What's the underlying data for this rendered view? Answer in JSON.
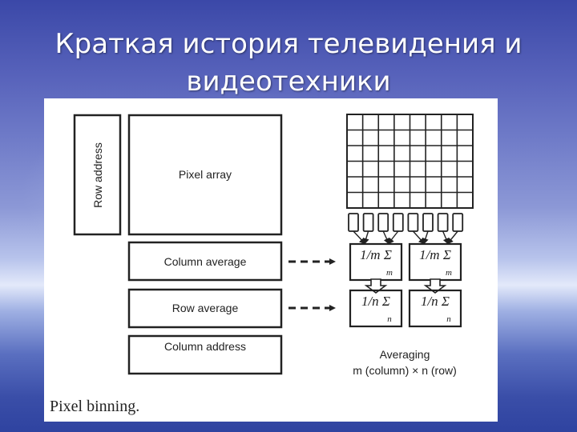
{
  "slide": {
    "title_line1": "Краткая история телевидения и",
    "title_line2": "видеотехники"
  },
  "figure": {
    "caption": "Pixel binning.",
    "blocks": {
      "row_address": "Row address",
      "pixel_array": "Pixel array",
      "column_average": "Column average",
      "row_average": "Row average",
      "column_address": "Column address"
    },
    "averaging": {
      "title": "Averaging",
      "formula": "m (column) × n (row)",
      "column_avg_expr": "1/m Σ",
      "column_avg_sub": "m",
      "row_avg_expr": "1/n Σ",
      "row_avg_sub": "n"
    }
  }
}
